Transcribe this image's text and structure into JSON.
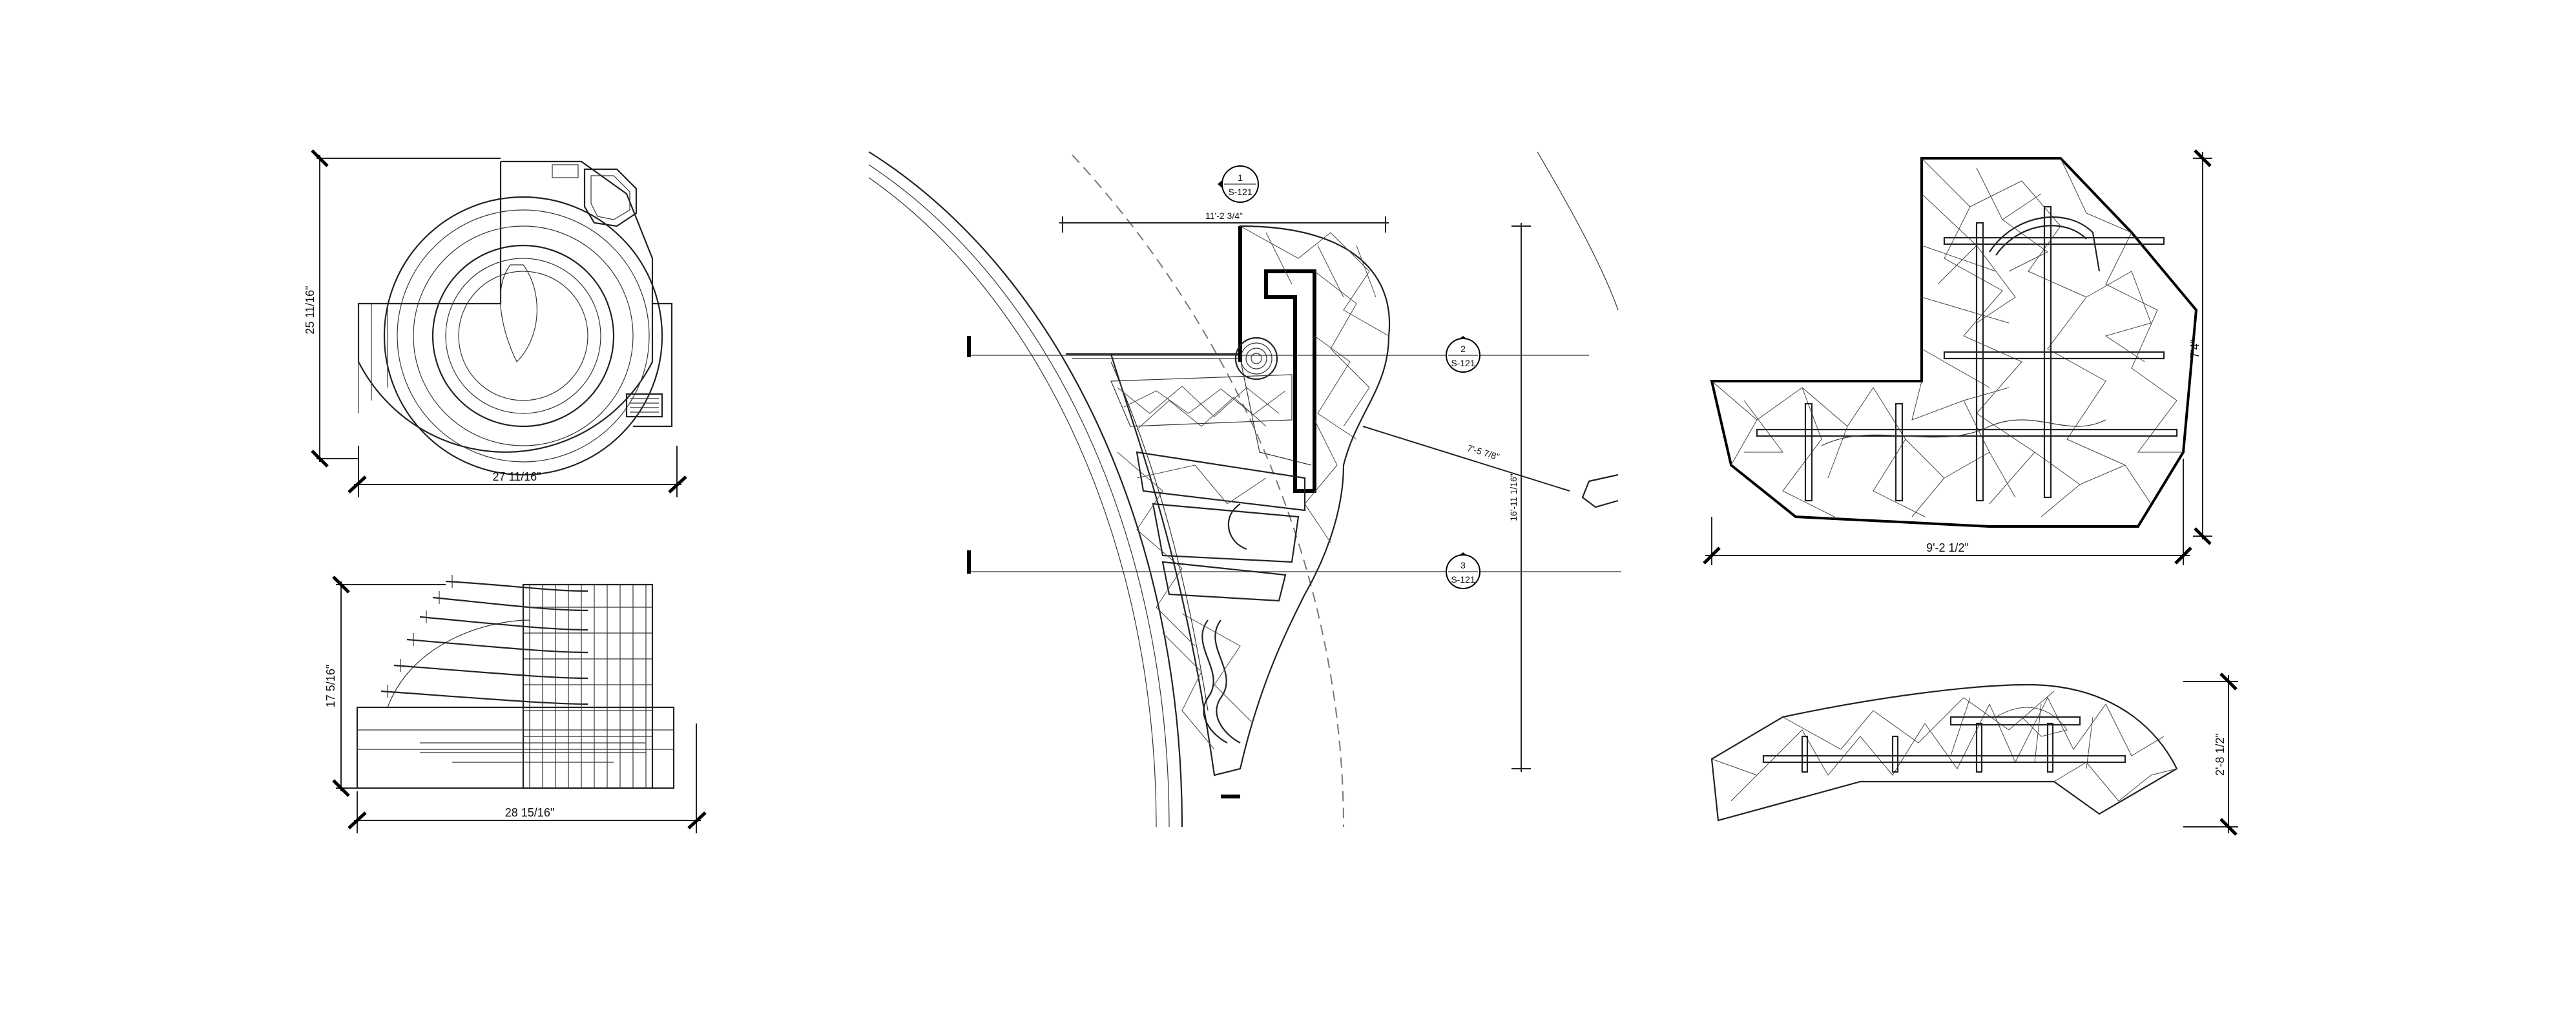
{
  "views": {
    "plan_small": {
      "width_dim": "27 11/16\"",
      "height_dim": "25 11/16\""
    },
    "elevation_small": {
      "width_dim": "28 15/16\"",
      "height_dim": "17 5/16\""
    },
    "plan_center": {
      "top_dim": "11'-2 3/4\"",
      "vertical_dim": "16'-11 1/16\"",
      "diagonal_dim": "7'-5 7/8\"",
      "section_1": {
        "number": "1",
        "sheet": "S-121"
      },
      "section_2": {
        "number": "2",
        "sheet": "S-121"
      },
      "section_3": {
        "number": "3",
        "sheet": "S-121"
      }
    },
    "mesh_plan": {
      "width_dim": "9'-2 1/2\"",
      "height_dim": "7'4\""
    },
    "mesh_elevation": {
      "height_dim": "2'-8 1/2\""
    }
  }
}
